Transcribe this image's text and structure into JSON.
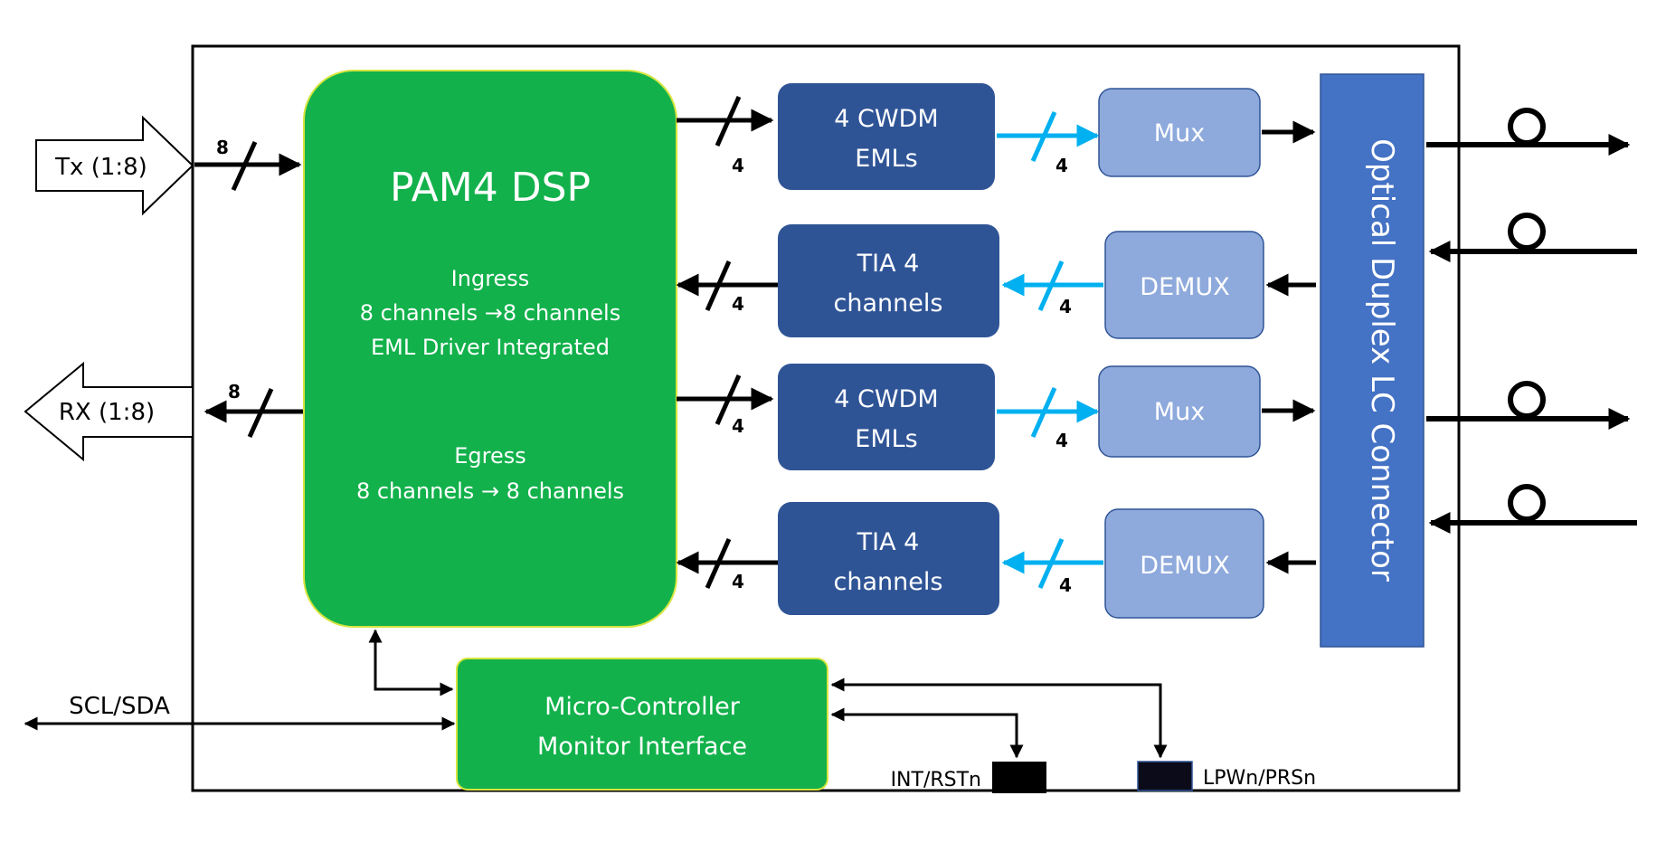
{
  "dsp": {
    "title": "PAM4 DSP",
    "ingress_label": "Ingress",
    "ingress_channels": "8 channels →8 channels",
    "ingress_driver": "EML Driver Integrated",
    "egress_label": "Egress",
    "egress_channels": "8 channels → 8 channels"
  },
  "host": {
    "tx_label": "Tx (1:8)",
    "rx_label": "RX (1:8)",
    "tx_bus_width": "8",
    "rx_bus_width": "8",
    "scl_sda_label": "SCL/SDA"
  },
  "eml_blocks": [
    {
      "line1": "4 CWDM",
      "line2": "EMLs"
    },
    {
      "line1": "4 CWDM",
      "line2": "EMLs"
    }
  ],
  "tia_blocks": [
    {
      "line1": "TIA 4",
      "line2": "channels"
    },
    {
      "line1": "TIA 4",
      "line2": "channels"
    }
  ],
  "mux_label": "Mux",
  "demux_label": "DEMUX",
  "bus_width_4": "4",
  "connector_label": "Optical Duplex LC Connector",
  "mcu": {
    "line1": "Micro-Controller",
    "line2": "Monitor Interface"
  },
  "pins": {
    "int_rstn": "INT/RSTn",
    "lpwn_prsn": "LPWn/PRSn"
  },
  "colors": {
    "dsp_green": "#12B14B",
    "dark_blue": "#2F5496",
    "light_blue": "#8EA9DB",
    "connector_blue": "#4472C4",
    "cyan_arrow": "#00B0F0"
  }
}
